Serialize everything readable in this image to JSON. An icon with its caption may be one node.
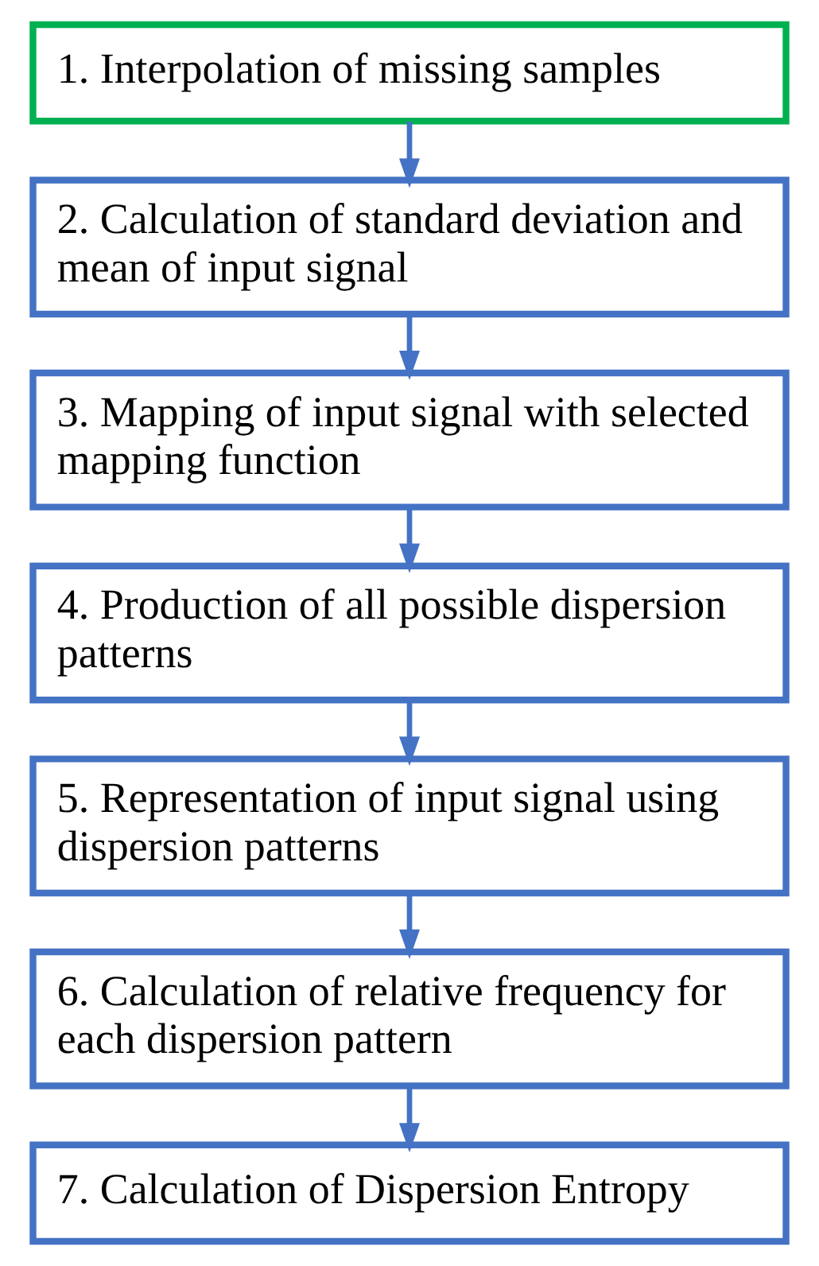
{
  "diagram": {
    "nodes": [
      {
        "text": [
          "1. Interpolation of missing samples"
        ]
      },
      {
        "text": [
          "2. Calculation of standard deviation and mean of input signal"
        ]
      },
      {
        "text": [
          "3. Mapping of input signal with selected mapping function"
        ]
      },
      {
        "text": [
          "4. Production of all possible dispersion patterns"
        ]
      },
      {
        "text": [
          "5. Representation of input signal using dispersion patterns"
        ]
      },
      {
        "text": [
          "6. Calculation of relative frequency for each dispersion pattern"
        ]
      },
      {
        "text": [
          "7. Calculation of Dispersion Entropy"
        ]
      }
    ],
    "edges": [
      {
        "from": 0,
        "to": 1,
        "arrow": "to"
      },
      {
        "from": 1,
        "to": 2,
        "arrow": "to"
      },
      {
        "from": 2,
        "to": 3,
        "arrow": "to"
      },
      {
        "from": 3,
        "to": 4,
        "arrow": "to"
      },
      {
        "from": 4,
        "to": 5,
        "arrow": "to"
      },
      {
        "from": 5,
        "to": 6,
        "arrow": "to"
      }
    ]
  }
}
